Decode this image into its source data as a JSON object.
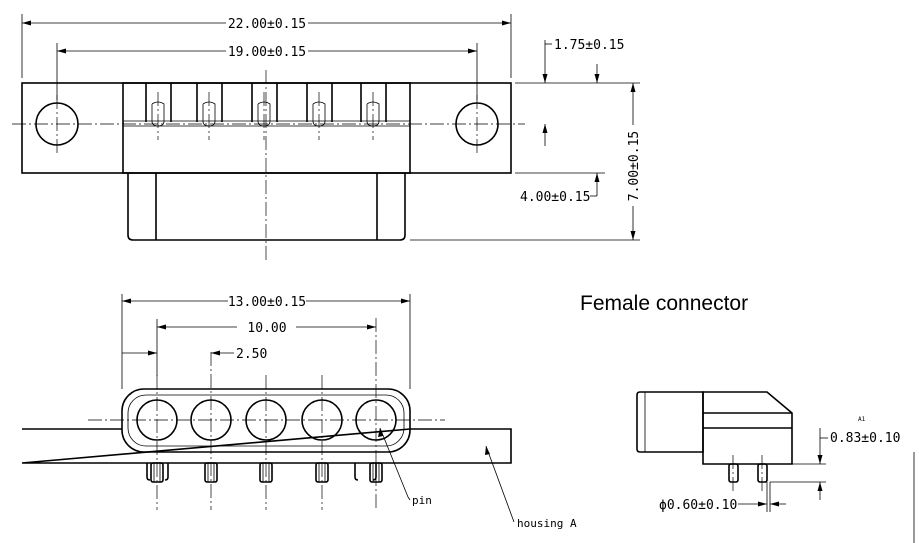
{
  "title": "Female connector",
  "top_view": {
    "overall_width": "22.00±0.15",
    "hole_pitch": "19.00±0.15",
    "flange_offset": "1.75±0.15",
    "height": "7.00±0.15",
    "body_height": "4.00±0.15"
  },
  "front_view": {
    "housing_width": "13.00±0.15",
    "pin_span": "10.00",
    "pin_pitch": "2.50",
    "pin_label": "pin",
    "housing_label": "housing A"
  },
  "side_view": {
    "pin_height": "0.83±0.10",
    "pin_diameter": "ϕ0.60±0.10",
    "mark": "A1"
  }
}
